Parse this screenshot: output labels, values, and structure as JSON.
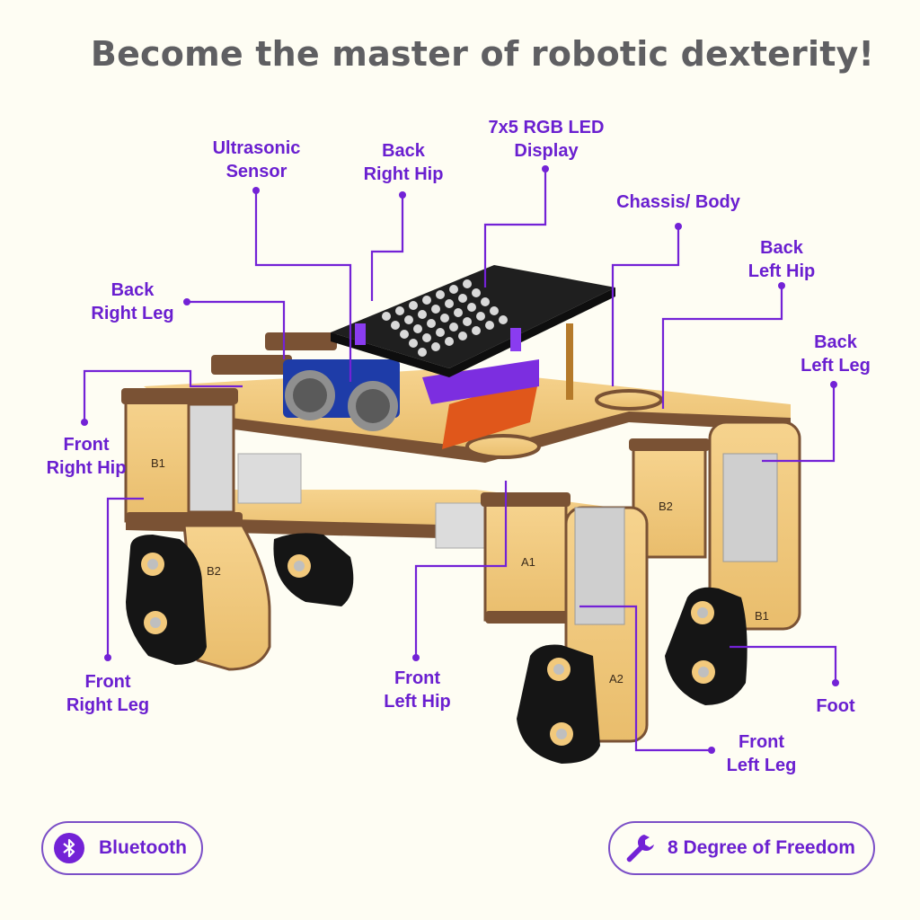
{
  "headline": "Become the master of robotic dexterity!",
  "colors": {
    "background": "#fefdf3",
    "headline": "#5f5f62",
    "accent": "#6a1fd0",
    "wood": "#f2c97c",
    "wood_edge": "#7a5234",
    "foot": "#151515",
    "board": "#1f1f1f",
    "servo": "#cfcfcf"
  },
  "labels": {
    "ultrasonic_sensor": [
      "Ultrasonic",
      "Sensor"
    ],
    "back_right_hip": [
      "Back",
      "Right Hip"
    ],
    "led_display": [
      "7x5 RGB LED",
      "Display"
    ],
    "chassis_body": [
      "Chassis/ Body"
    ],
    "back_left_hip": [
      "Back",
      "Left Hip"
    ],
    "back_right_leg": [
      "Back",
      "Right Leg"
    ],
    "back_left_leg": [
      "Back",
      "Left Leg"
    ],
    "front_right_hip": [
      "Front",
      "Right Hip"
    ],
    "front_right_leg": [
      "Front",
      "Right Leg"
    ],
    "front_left_hip": [
      "Front",
      "Left Hip"
    ],
    "foot": [
      "Foot"
    ],
    "front_left_leg": [
      "Front",
      "Left Leg"
    ]
  },
  "part_markings": [
    "B1",
    "B2",
    "A1",
    "A2",
    "B2",
    "B1"
  ],
  "features": [
    {
      "icon": "bluetooth-icon",
      "label": "Bluetooth"
    },
    {
      "icon": "wrench-icon",
      "label": "8 Degree of Freedom"
    }
  ]
}
